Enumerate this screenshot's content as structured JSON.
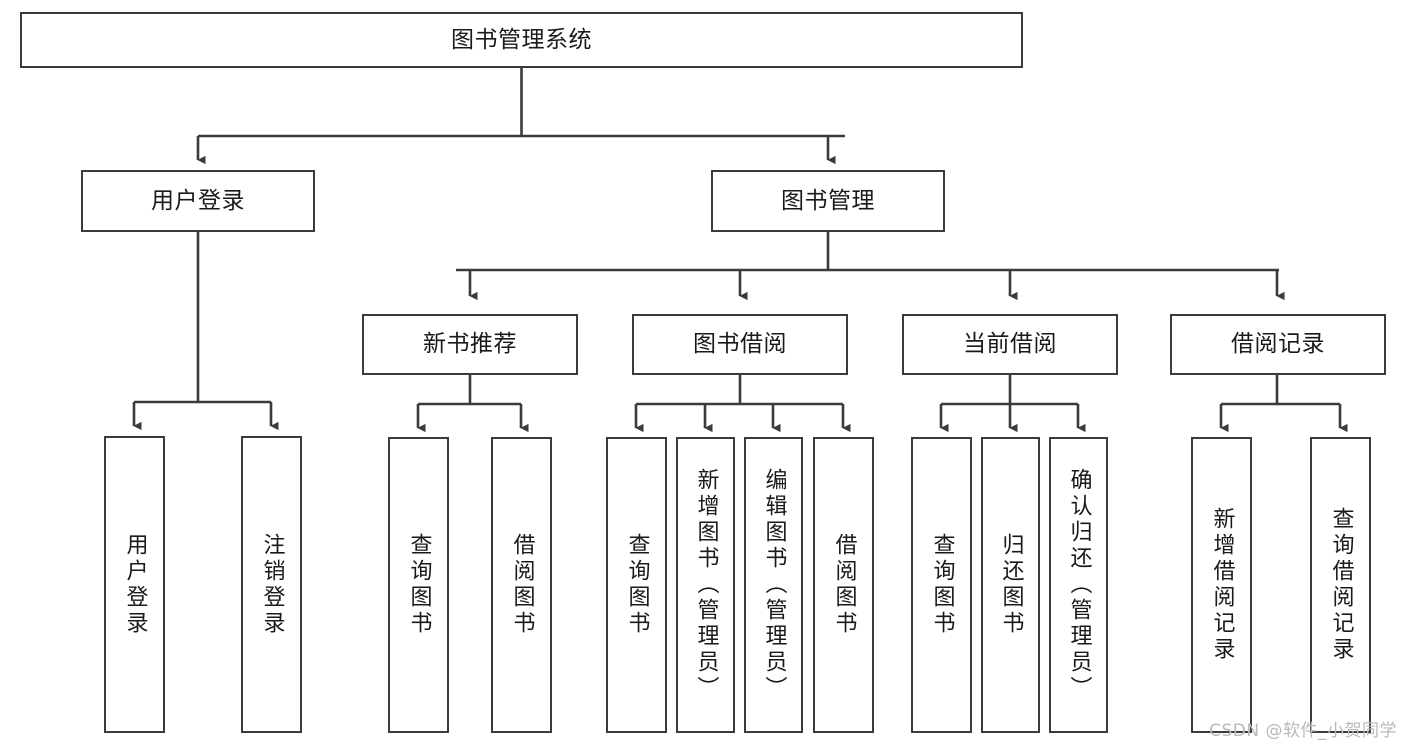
{
  "diagram": {
    "type": "tree",
    "title": "图书管理系统",
    "watermark": "CSDN @软件_小贺同学",
    "colors": {
      "box_border": "#3b3b3b",
      "box_fill": "#ffffff",
      "connector": "#3b3b3b",
      "text": "#1a1a1a",
      "watermark": "#b9b9b9",
      "background": "#ffffff"
    },
    "root": {
      "id": "root",
      "label": "图书管理系统"
    },
    "level1": [
      {
        "id": "user-login",
        "label": "用户登录"
      },
      {
        "id": "book-management",
        "label": "图书管理"
      }
    ],
    "level2": [
      {
        "id": "new-book-recommend",
        "label": "新书推荐"
      },
      {
        "id": "book-borrow",
        "label": "图书借阅"
      },
      {
        "id": "current-borrow",
        "label": "当前借阅"
      },
      {
        "id": "borrow-record",
        "label": "借阅记录"
      }
    ],
    "leaves": {
      "user-login": [
        {
          "id": "leaf-user-login",
          "label": "用户登录"
        },
        {
          "id": "leaf-logout",
          "label": "注销登录"
        }
      ],
      "new-book-recommend": [
        {
          "id": "leaf-query-book-1",
          "label": "查询图书"
        },
        {
          "id": "leaf-borrow-book-1",
          "label": "借阅图书"
        }
      ],
      "book-borrow": [
        {
          "id": "leaf-query-book-2",
          "label": "查询图书"
        },
        {
          "id": "leaf-add-book",
          "label": "新增图书（管理员）"
        },
        {
          "id": "leaf-edit-book",
          "label": "编辑图书（管理员）"
        },
        {
          "id": "leaf-borrow-book-2",
          "label": "借阅图书"
        }
      ],
      "current-borrow": [
        {
          "id": "leaf-query-book-3",
          "label": "查询图书"
        },
        {
          "id": "leaf-return-book",
          "label": "归还图书"
        },
        {
          "id": "leaf-confirm-return",
          "label": "确认归还（管理员）"
        }
      ],
      "borrow-record": [
        {
          "id": "leaf-add-record",
          "label": "新增借阅记录"
        },
        {
          "id": "leaf-query-record",
          "label": "查询借阅记录"
        }
      ]
    }
  }
}
